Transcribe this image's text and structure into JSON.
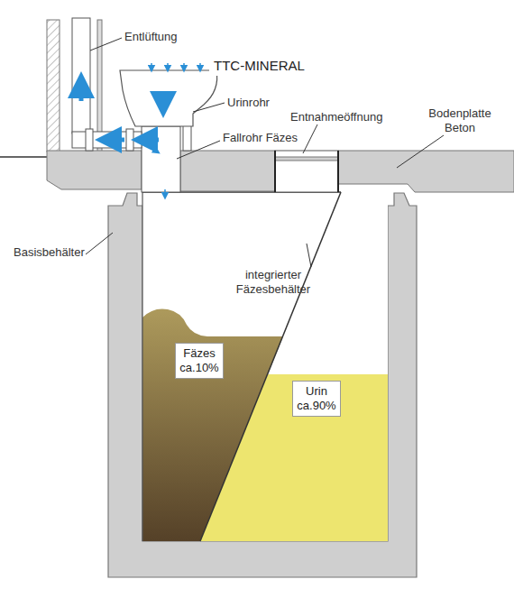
{
  "diagram": {
    "nodes": [
      {
        "text": [
          "TTC-MINERAL"
        ]
      },
      {
        "text": [
          "Fäzes ca.10%"
        ]
      },
      {
        "text": [
          "Urin ca.90%"
        ]
      }
    ],
    "labels": [
      "Entlüftung",
      "Urinrohr",
      "Entnahmeöffnung",
      "Fallrohr Fäzes",
      "Bodenplatte Beton",
      "Basisbehälter",
      "integrierter Fäzesbehälter"
    ]
  }
}
